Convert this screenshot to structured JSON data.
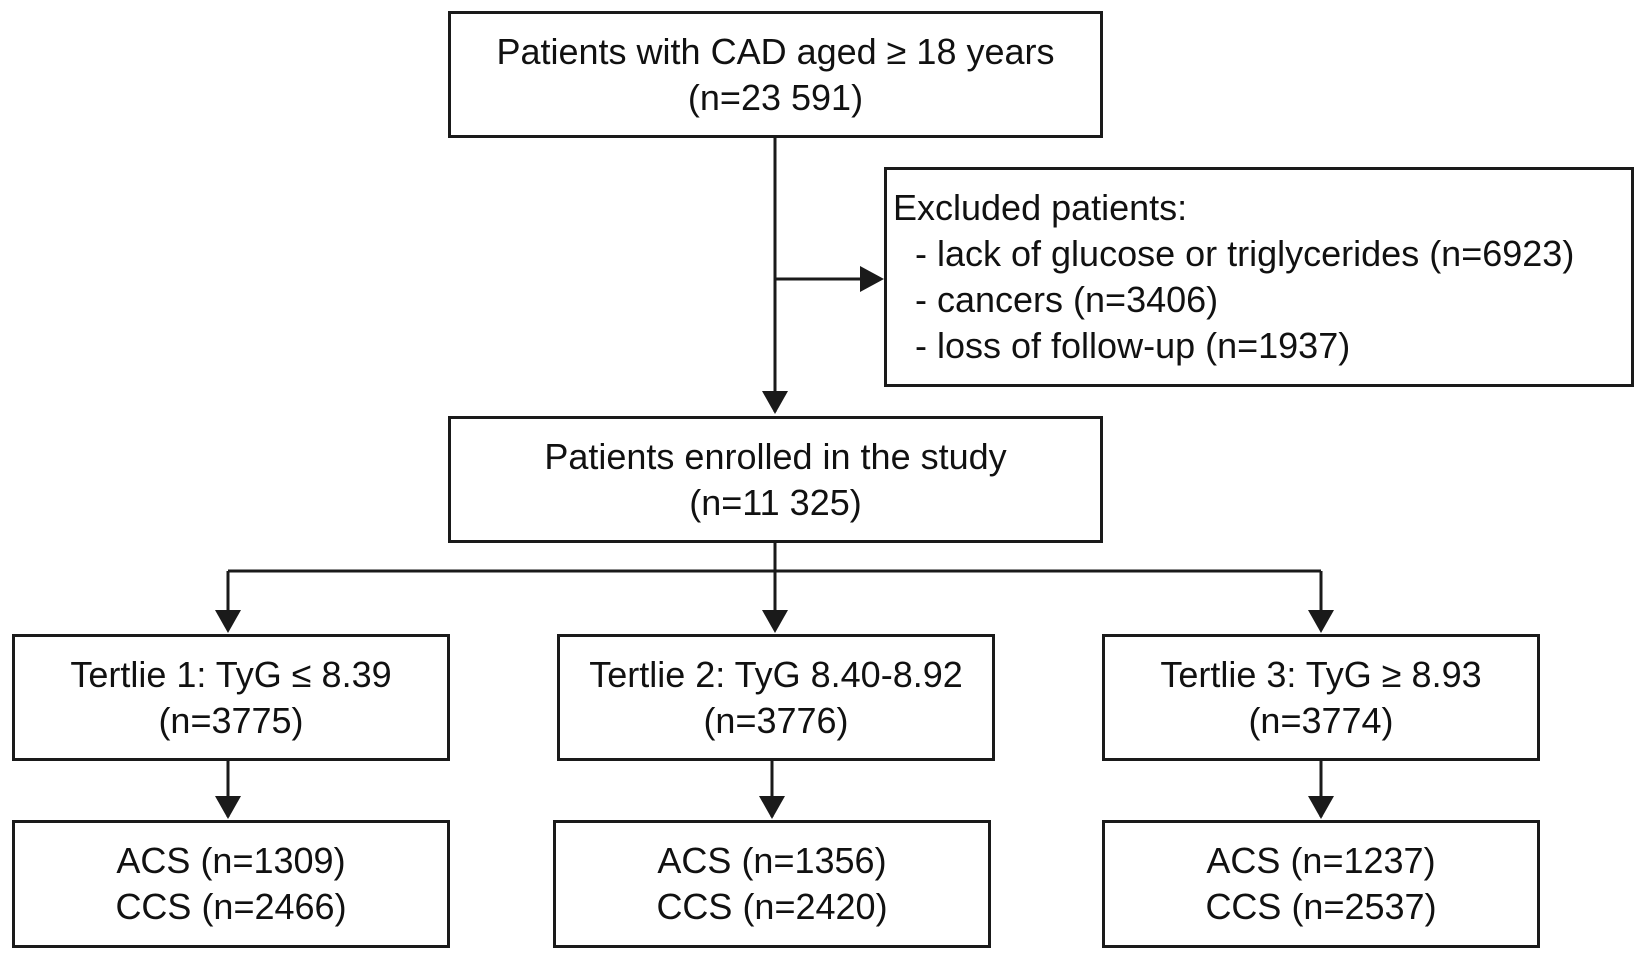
{
  "flowchart": {
    "start": {
      "line1": "Patients with CAD aged ≥ 18 years",
      "line2": "(n=23 591)"
    },
    "excluded": {
      "heading": "Excluded patients:",
      "items": [
        "- lack of glucose or triglycerides (n=6923)",
        "- cancers (n=3406)",
        "- loss of follow-up (n=1937)"
      ]
    },
    "enrolled": {
      "line1": "Patients enrolled in the study",
      "line2": "(n=11 325)"
    },
    "tertiles": [
      {
        "label": "Tertlie 1: TyG ≤ 8.39",
        "count": "(n=3775)",
        "acs": "ACS (n=1309)",
        "ccs": "CCS (n=2466)"
      },
      {
        "label": "Tertlie 2: TyG 8.40-8.92",
        "count": "(n=3776)",
        "acs": "ACS (n=1356)",
        "ccs": "CCS (n=2420)"
      },
      {
        "label": "Tertlie 3: TyG ≥ 8.93",
        "count": "(n=3774)",
        "acs": "ACS (n=1237)",
        "ccs": "CCS (n=2537)"
      }
    ]
  }
}
